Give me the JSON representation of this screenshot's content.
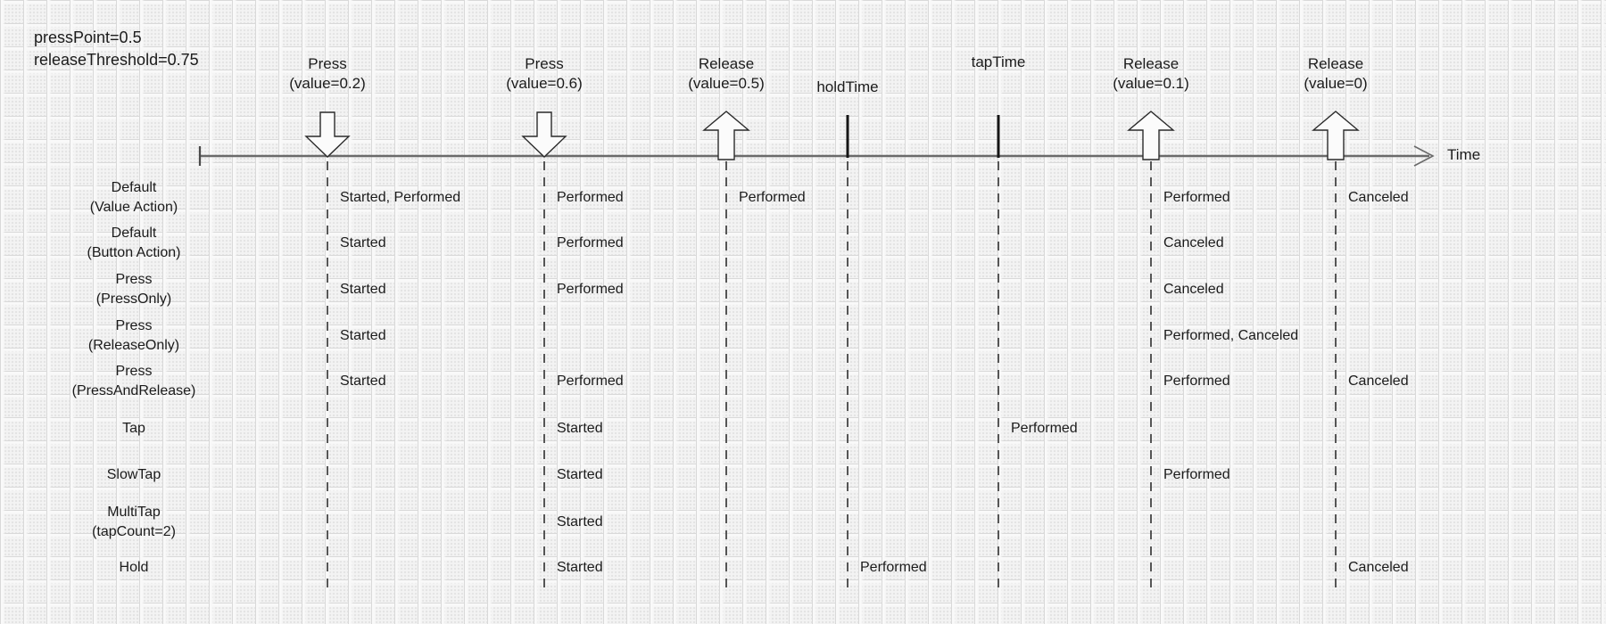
{
  "params": {
    "line1": "pressPoint=0.5",
    "line2": "releaseThreshold=0.75"
  },
  "axis": {
    "label": "Time"
  },
  "colors": {
    "ink": "#1b1b1b",
    "axis_line": "#6a6a6a",
    "dashed_guide": "#454545",
    "background": "#f3f3f3"
  },
  "events": [
    {
      "id": "press_02",
      "line1": "Press",
      "line2": "(value=0.2)",
      "marker": "arrow-down"
    },
    {
      "id": "press_06",
      "line1": "Press",
      "line2": "(value=0.6)",
      "marker": "arrow-down"
    },
    {
      "id": "release_05",
      "line1": "Release",
      "line2": "(value=0.5)",
      "marker": "arrow-up"
    },
    {
      "id": "holdTime",
      "line1": "holdTime",
      "line2": "",
      "marker": "tick"
    },
    {
      "id": "tapTime",
      "line1": "tapTime",
      "line2": "",
      "marker": "tick"
    },
    {
      "id": "release_01",
      "line1": "Release",
      "line2": "(value=0.1)",
      "marker": "arrow-up"
    },
    {
      "id": "release_0",
      "line1": "Release",
      "line2": "(value=0)",
      "marker": "arrow-up"
    }
  ],
  "rows": [
    {
      "label1": "Default",
      "label2": "(Value Action)",
      "cells": {
        "press_02": "Started, Performed",
        "press_06": "Performed",
        "release_05": "Performed",
        "release_01": "Performed",
        "release_0": "Canceled"
      }
    },
    {
      "label1": "Default",
      "label2": "(Button Action)",
      "cells": {
        "press_02": "Started",
        "press_06": "Performed",
        "release_01": "Canceled"
      }
    },
    {
      "label1": "Press",
      "label2": "(PressOnly)",
      "cells": {
        "press_02": "Started",
        "press_06": "Performed",
        "release_01": "Canceled"
      }
    },
    {
      "label1": "Press",
      "label2": "(ReleaseOnly)",
      "cells": {
        "press_02": "Started",
        "release_01": "Performed, Canceled"
      }
    },
    {
      "label1": "Press",
      "label2": "(PressAndRelease)",
      "cells": {
        "press_02": "Started",
        "press_06": "Performed",
        "release_01": "Performed",
        "release_0": "Canceled"
      }
    },
    {
      "label1": "Tap",
      "label2": "",
      "cells": {
        "press_06": "Started",
        "tapTime": "Performed"
      }
    },
    {
      "label1": "SlowTap",
      "label2": "",
      "cells": {
        "press_06": "Started",
        "release_01": "Performed"
      }
    },
    {
      "label1": "MultiTap",
      "label2": "(tapCount=2)",
      "cells": {
        "press_06": "Started"
      }
    },
    {
      "label1": "Hold",
      "label2": "",
      "cells": {
        "press_06": "Started",
        "holdTime": "Performed",
        "release_0": "Canceled"
      }
    }
  ]
}
